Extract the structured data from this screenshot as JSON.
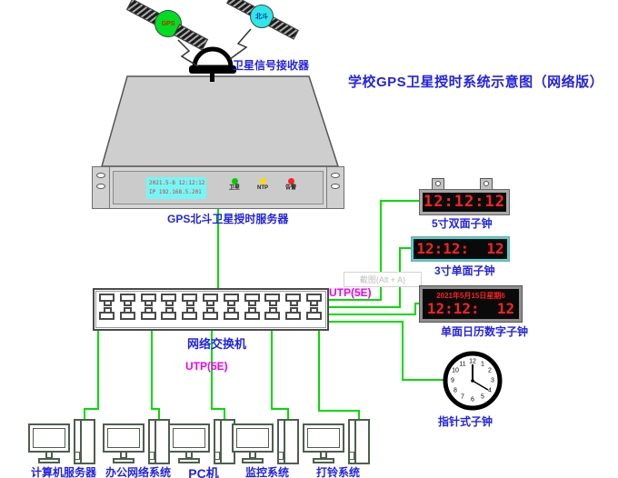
{
  "title": "学校GPS卫星授时系统示意图（网络版）",
  "satellites": {
    "gps": "GPS",
    "beidou": "北斗"
  },
  "antenna_label": "卫星信号接收器",
  "server": {
    "label": "GPS北斗卫星授时服务器",
    "lcd_line1": "2021.5-8 12:12:12",
    "lcd_line2": "IP 192.168.5.201",
    "led_satellite": "卫星",
    "led_ntp": "NTP",
    "led_alarm": "告警"
  },
  "network_switch": {
    "label": "网络交换机"
  },
  "cables": {
    "utp_right": "UTP(5E)",
    "utp_bottom": "UTP(5E)"
  },
  "watermark": "截图(Alt + A)",
  "clocks": {
    "c5": {
      "time": "12:12:12",
      "label": "5寸双面子钟"
    },
    "c3": {
      "time": "12:12:  12",
      "label": "3寸单面子钟"
    },
    "cal": {
      "date": "2021年5月15日星期6",
      "time": "12:12:  12",
      "label": "单面日历数字子钟"
    },
    "analog": {
      "label": "指针式子钟",
      "numbers": [
        "12",
        "1",
        "2",
        "3",
        "4",
        "5",
        "6",
        "7",
        "8",
        "9",
        "10",
        "11"
      ]
    }
  },
  "computers": [
    {
      "label": "计算机服务器"
    },
    {
      "label": "办公网络系统"
    },
    {
      "label": "PC机"
    },
    {
      "label": "监控系统"
    },
    {
      "label": "打铃系统"
    }
  ],
  "colors": {
    "wire": "#00dd00",
    "label_blue": "#2323e5",
    "utp_magenta": "#ee00ee",
    "digit_red": "#ff2222"
  }
}
